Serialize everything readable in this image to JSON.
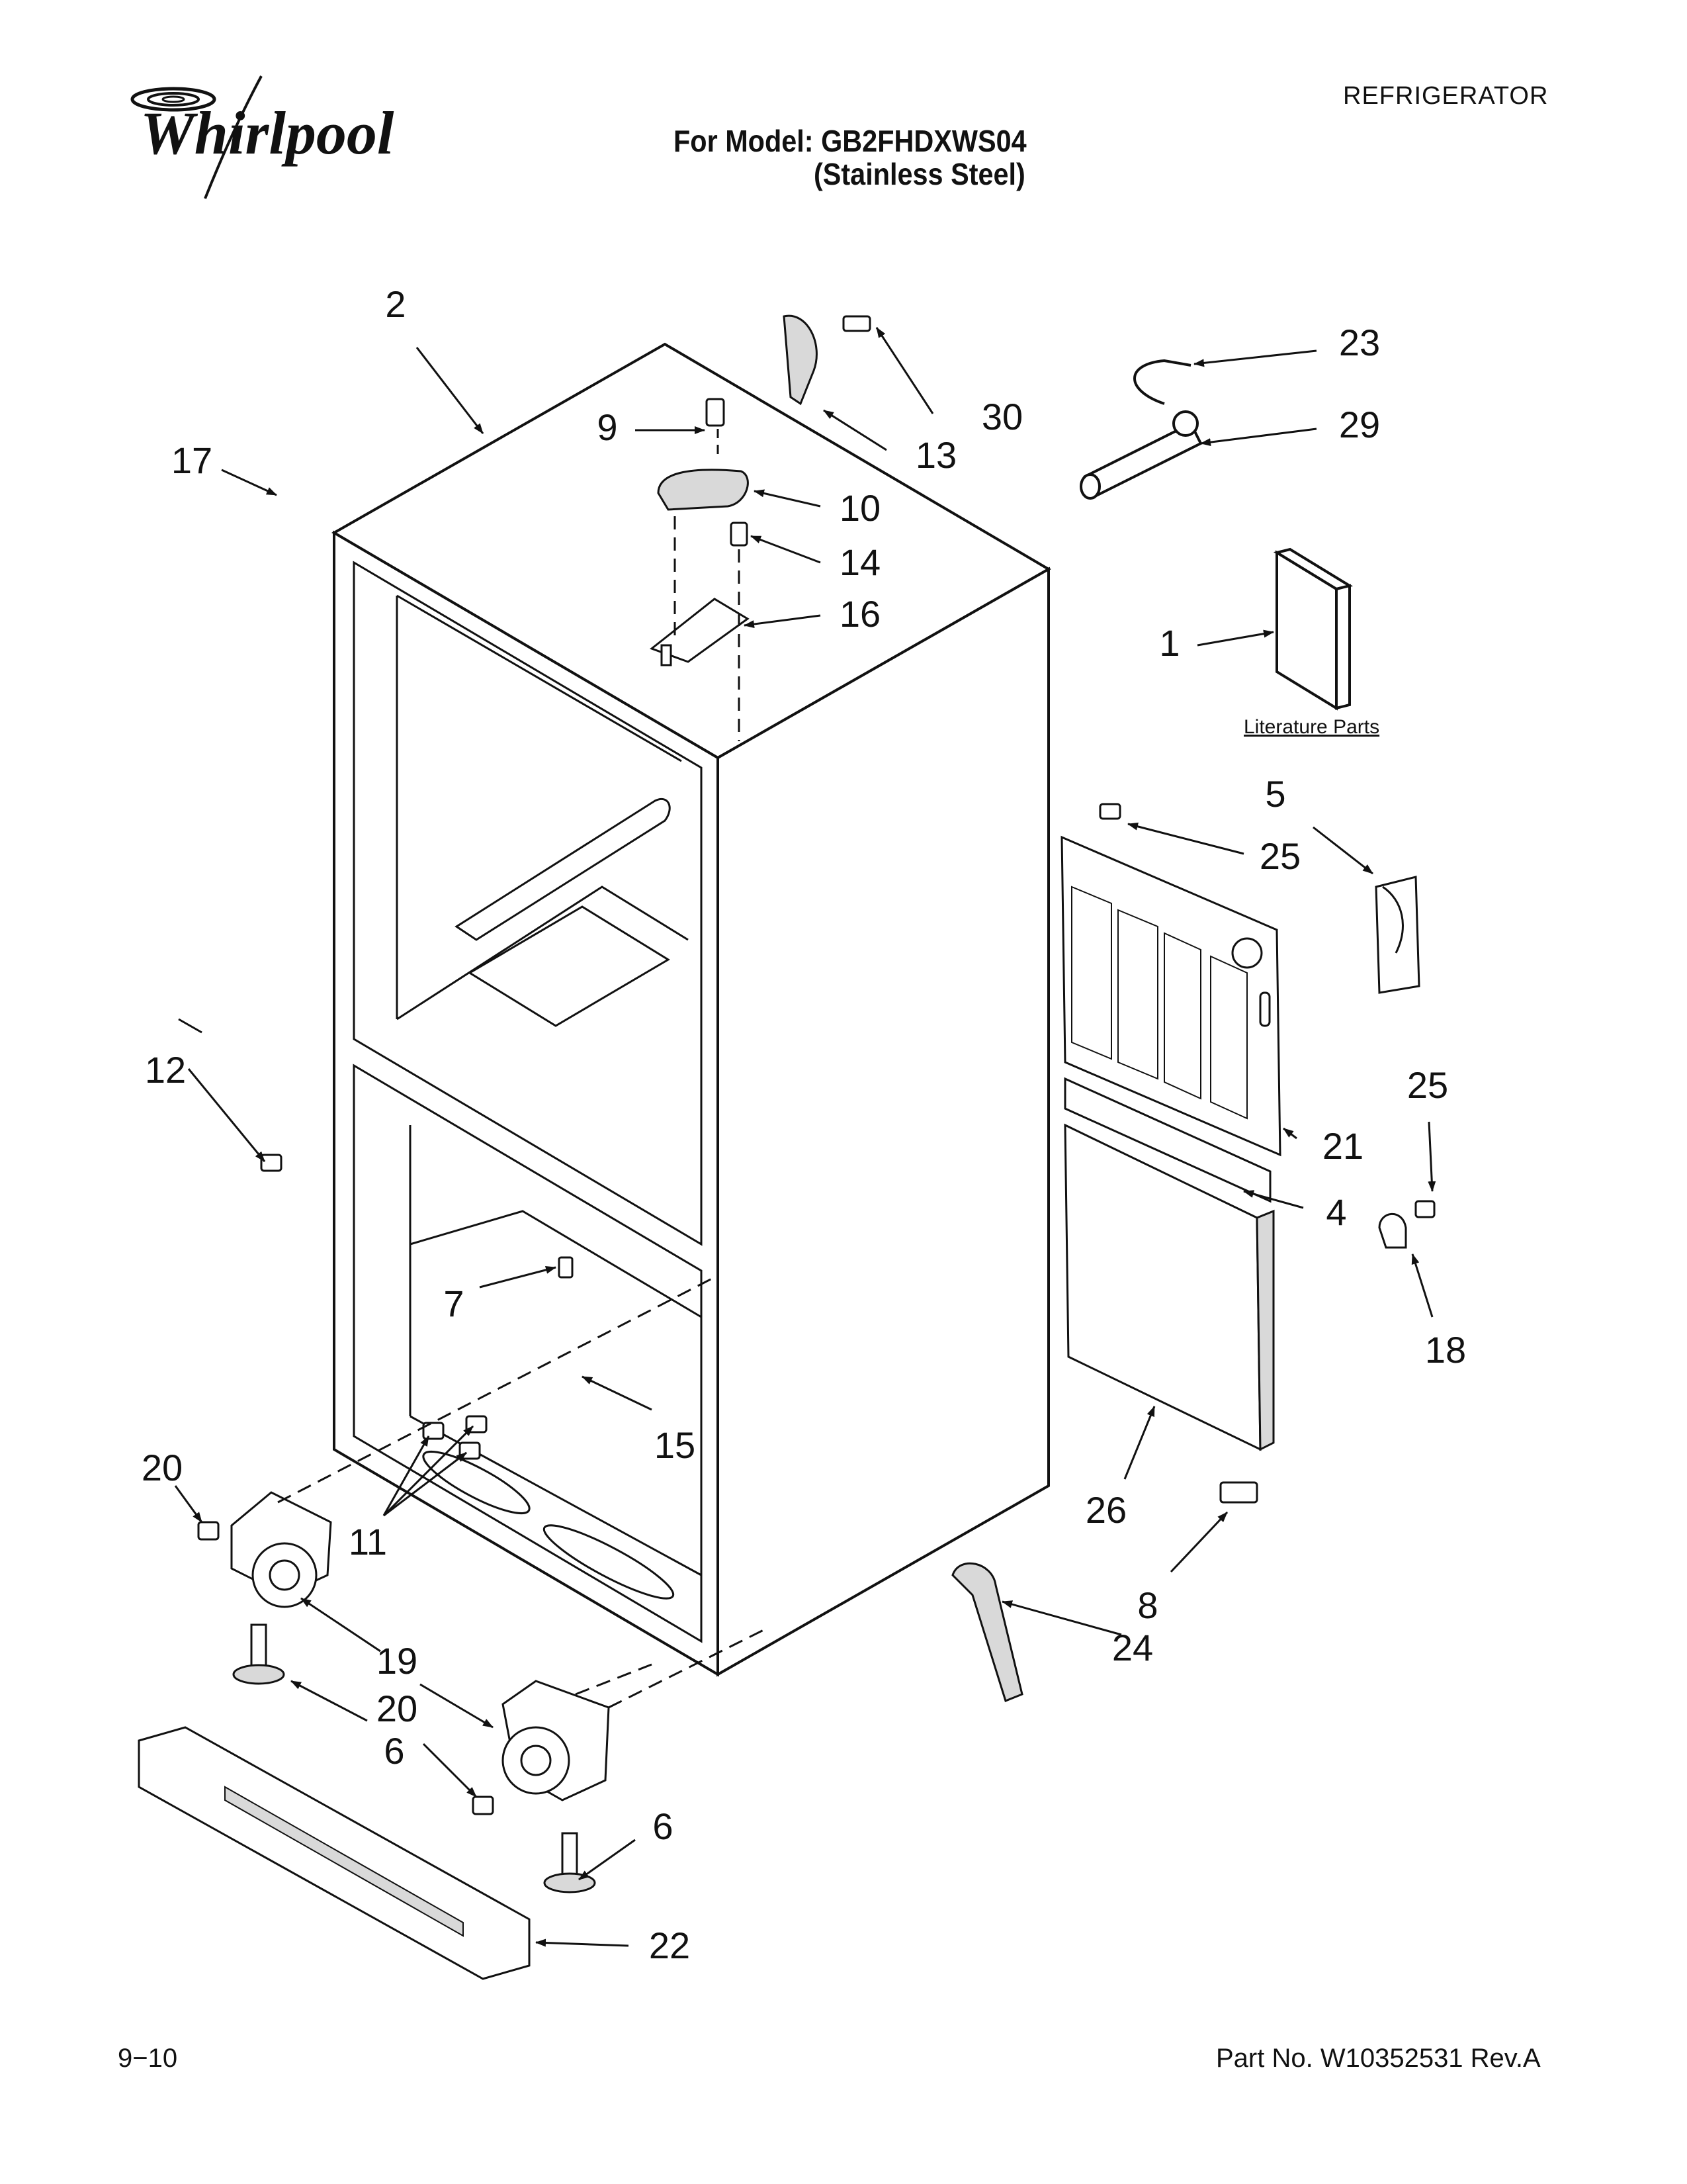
{
  "header": {
    "brand": "Whirlpool",
    "category": "REFRIGERATOR",
    "model_line": "For Model: GB2FHDXWS04",
    "finish_line": "(Stainless Steel)"
  },
  "diagram": {
    "literature_label": "Literature Parts",
    "callouts": [
      "1",
      "2",
      "4",
      "5",
      "6",
      "6",
      "7",
      "8",
      "9",
      "10",
      "11",
      "12",
      "13",
      "14",
      "15",
      "16",
      "17",
      "18",
      "19",
      "20",
      "20",
      "21",
      "22",
      "23",
      "24",
      "25",
      "25",
      "26",
      "29",
      "30"
    ]
  },
  "footer": {
    "date_code": "9−10",
    "part_number": "Part No. W10352531 Rev.A"
  },
  "colors": {
    "ink": "#111111",
    "fill": "#ffffff",
    "shade": "#d9d9d9"
  }
}
